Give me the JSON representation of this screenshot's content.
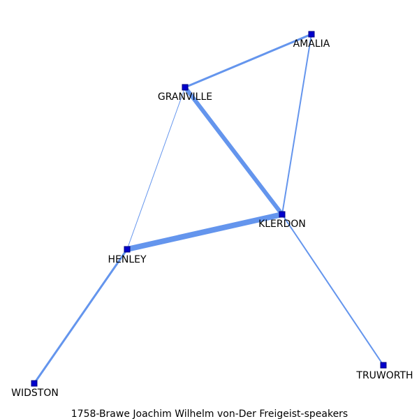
{
  "caption": "1758-Brawe_Joachim_Wilhelm_von-Der_Freigeist-speakers",
  "colors": {
    "edge": "#6495ed",
    "node_fill": "#0000cd",
    "node_stroke": "#000080",
    "label": "#000000",
    "background": "#ffffff"
  },
  "nodes": [
    {
      "id": "AMALIA",
      "label": "AMALIA"
    },
    {
      "id": "GRANVILLE",
      "label": "GRANVILLE"
    },
    {
      "id": "KLERDON",
      "label": "KLERDON"
    },
    {
      "id": "HENLEY",
      "label": "HENLEY"
    },
    {
      "id": "WIDSTON",
      "label": "WIDSTON"
    },
    {
      "id": "TRUWORTH",
      "label": "TRUWORTH"
    }
  ],
  "edges": [
    {
      "source": "GRANVILLE",
      "target": "AMALIA",
      "weight": 3
    },
    {
      "source": "AMALIA",
      "target": "KLERDON",
      "weight": 2
    },
    {
      "source": "GRANVILLE",
      "target": "KLERDON",
      "weight": 6
    },
    {
      "source": "GRANVILLE",
      "target": "HENLEY",
      "weight": 1
    },
    {
      "source": "HENLEY",
      "target": "KLERDON",
      "weight": 8
    },
    {
      "source": "HENLEY",
      "target": "WIDSTON",
      "weight": 3
    },
    {
      "source": "KLERDON",
      "target": "TRUWORTH",
      "weight": 2
    }
  ]
}
